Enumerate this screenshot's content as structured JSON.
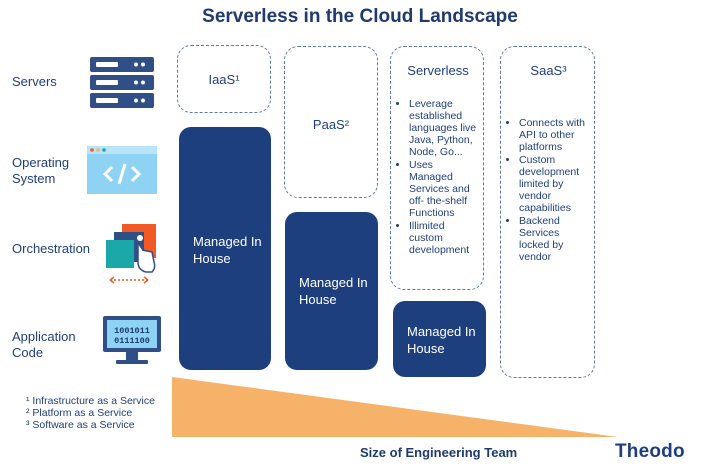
{
  "title": "Serverless in the Cloud Landscape",
  "rows": [
    {
      "label": "Servers",
      "icon": "server-rack-icon"
    },
    {
      "label": "Operating System",
      "icon": "code-window-icon"
    },
    {
      "label": "Orchestration",
      "icon": "orchestration-icon"
    },
    {
      "label": "Application Code",
      "icon": "binary-monitor-icon"
    }
  ],
  "columns": {
    "iaas": {
      "head": "IaaS¹",
      "managed": "Managed In House"
    },
    "paas": {
      "head": "PaaS²",
      "managed": "Managed In House"
    },
    "serverless": {
      "head": "Serverless",
      "bullets": [
        "Leverage established languages live Java, Python, Node, Go...",
        "Uses Managed Services and off- the-shelf Functions",
        "Illimited custom development"
      ],
      "managed": "Managed In House"
    },
    "saas": {
      "head": "SaaS³",
      "bullets": [
        "Connects with API to other platforms",
        "Custom development limited by vendor capabilities",
        "Backend Services locked by vendor"
      ]
    }
  },
  "footnotes": [
    "¹ Infrastructure as a Service",
    "² Platform as a Service",
    "³ Software as a Service"
  ],
  "axis_label": "Size of Engineering Team",
  "brand": "Theodo",
  "colors": {
    "navy": "#1e3f7e",
    "wedge": "#f7b26a",
    "icon_blue": "#2f4f86",
    "icon_light": "#8fd3f4",
    "icon_orange": "#f15a24",
    "icon_teal": "#1aa8a8"
  }
}
